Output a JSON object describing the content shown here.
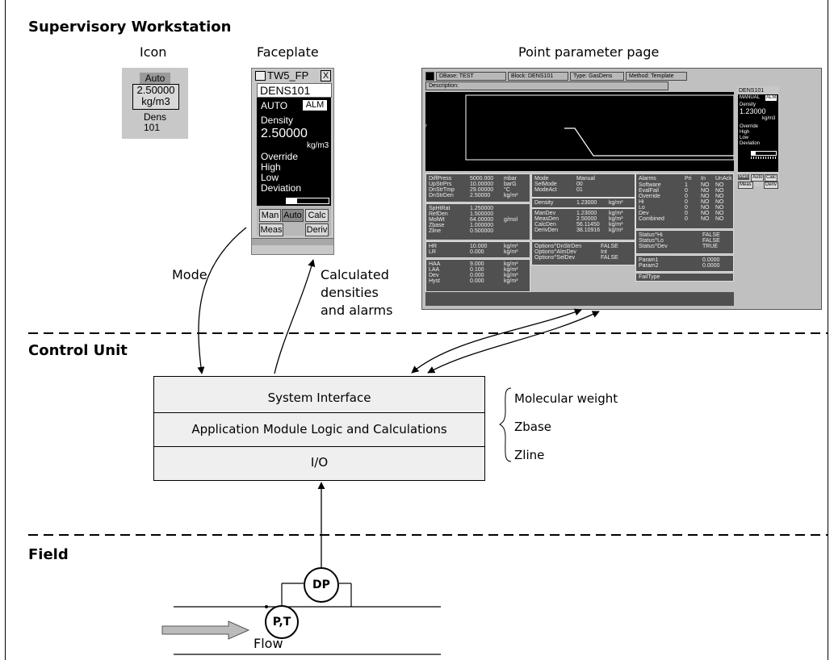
{
  "sections": {
    "supervisory": "Supervisory Workstation",
    "control": "Control Unit",
    "field": "Field"
  },
  "headings": {
    "icon": "Icon",
    "faceplate": "Faceplate",
    "ppp": "Point parameter page"
  },
  "icon_widget": {
    "mode": "Auto",
    "value": "2.50000",
    "unit": "kg/m3",
    "name_line1": "Dens",
    "name_line2": "101"
  },
  "faceplate": {
    "title": "TW5_FP",
    "close": "X",
    "tag": "DENS101",
    "mode": "AUTO",
    "alarm": "ALM",
    "param": "Density",
    "value": "2.50000",
    "unit": "kg/m3",
    "alarms": [
      "Override",
      "High",
      "Low",
      "Deviation"
    ],
    "buttons": [
      "Man",
      "Auto",
      "Calc",
      "Meas",
      "Deriv"
    ]
  },
  "ppp": {
    "dbase": "DBase: TEST",
    "block": "Block: DENS101",
    "type": "Type: GasDens",
    "method": "Method: Template",
    "description": "Description:",
    "plot_marker": "?",
    "panel1": [
      [
        "DiffPress",
        "5000.000",
        "mbar"
      ],
      [
        "UpStrPrs",
        "10.00000",
        "barG"
      ],
      [
        "DnStrTmp",
        "29.00000",
        "°C"
      ],
      [
        "DnStrDen",
        "2.50000",
        "kg/m³"
      ]
    ],
    "panel2": [
      [
        "SpHtRat",
        "1.250000",
        ""
      ],
      [
        "RefDen",
        "1.500000",
        ""
      ],
      [
        "MolWt",
        "64.00000",
        "g/mol"
      ],
      [
        "Zbase",
        "1.000000",
        ""
      ],
      [
        "Zline",
        "0.500000",
        ""
      ]
    ],
    "panel3": [
      [
        "HR",
        "10.000",
        "kg/m³"
      ],
      [
        "LR",
        "0.000",
        "kg/m³"
      ]
    ],
    "panel4": [
      [
        "HAA",
        "9.000",
        "kg/m³"
      ],
      [
        "LAA",
        "0.100",
        "kg/m³"
      ],
      [
        "Dev",
        "0.000",
        "kg/m³"
      ],
      [
        "Hyst",
        "0.000",
        "kg/m³"
      ]
    ],
    "panel5": [
      [
        "Mode",
        "Manual"
      ],
      [
        "SelMode",
        "00"
      ],
      [
        "ModeAct",
        "01"
      ]
    ],
    "panel6": [
      [
        "Density",
        "1.23000",
        "kg/m³"
      ]
    ],
    "panel7": [
      [
        "ManDev",
        "1.23000",
        "kg/m³"
      ],
      [
        "MeasDen",
        "2.50000",
        "kg/m³"
      ],
      [
        "CalcDen",
        "56.11450",
        "kg/m³"
      ],
      [
        "DerivDen",
        "38.10916",
        "kg/m³"
      ]
    ],
    "panel8": [
      [
        "Options^DnStrDen",
        "FALSE"
      ],
      [
        "Options^AlmDev",
        "Int"
      ],
      [
        "Options^SelDev",
        "FALSE"
      ]
    ],
    "alarms_header": [
      "Alarms",
      "Pri",
      "In",
      "UnAck"
    ],
    "alarms": [
      [
        "Software",
        "1",
        "NO",
        "NO"
      ],
      [
        "EvalFail",
        "0",
        "NO",
        "NO"
      ],
      [
        "Override",
        "0",
        "NO",
        "NO"
      ],
      [
        "Hi",
        "0",
        "NO",
        "NO"
      ],
      [
        "Lo",
        "0",
        "NO",
        "NO"
      ],
      [
        "Dev",
        "0",
        "NO",
        "NO"
      ],
      [
        "Combined",
        "0",
        "NO",
        "NO"
      ]
    ],
    "status": [
      [
        "Status^Hi",
        "FALSE"
      ],
      [
        "Status^Lo",
        "FALSE"
      ],
      [
        "Status^Dev",
        "TRUE"
      ]
    ],
    "params": [
      [
        "Param1",
        "0.0000"
      ],
      [
        "Param2",
        "0.0000"
      ]
    ],
    "fail": "FailType",
    "mini": {
      "tag": "DENS101",
      "mode": "MANUAL",
      "alarm": "ALM",
      "param": "Density",
      "value": "1.23000",
      "unit": "kg/m3",
      "alarms": [
        "Override",
        "High",
        "Low",
        "Deviation"
      ],
      "buttons": [
        "Man",
        "Auto",
        "Calc",
        "Meas",
        "Deriv"
      ]
    }
  },
  "flows": {
    "mode": "Mode",
    "calc_line1": "Calculated",
    "calc_line2": "densities",
    "calc_line3": "and alarms"
  },
  "stack": {
    "row1": "System Interface",
    "row2": "Application Module Logic and Calculations",
    "row3": "I/O"
  },
  "params_list": [
    "Molecular weight",
    "Zbase",
    "Zline"
  ],
  "field": {
    "pt": "P,T",
    "dp": "DP",
    "flow": "Flow"
  }
}
